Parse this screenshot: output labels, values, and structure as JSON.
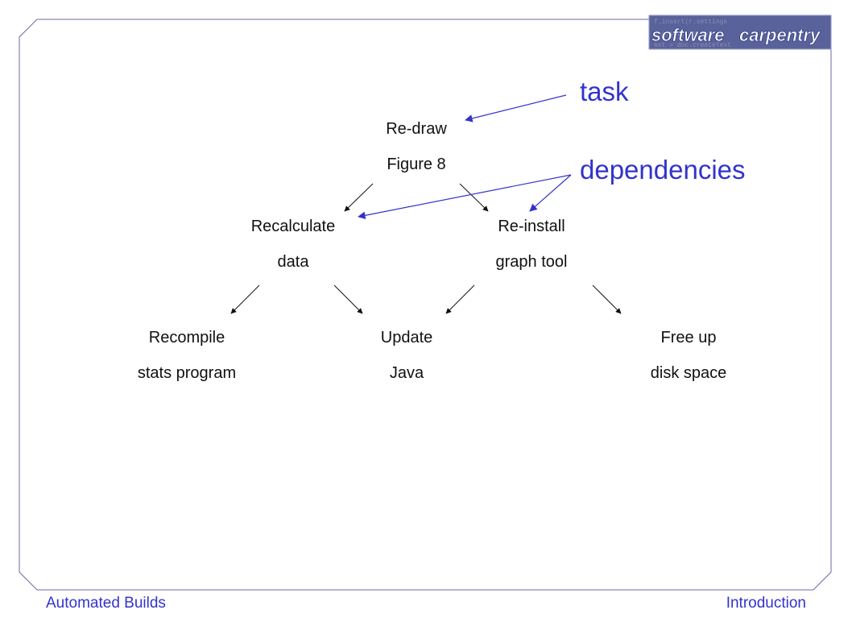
{
  "logo": {
    "word1": "software",
    "word2": "carpentry",
    "background_lines": [
      "f.insert(r.settings",
      "doc.setting.get",
      "ext = doc.createText"
    ]
  },
  "nodes": {
    "root": {
      "line1": "Re-draw",
      "line2": "Figure 8"
    },
    "recalc": {
      "line1": "Recalculate",
      "line2": "data"
    },
    "reinstall": {
      "line1": "Re-install",
      "line2": "graph tool"
    },
    "recompile": {
      "line1": "Recompile",
      "line2": "stats program"
    },
    "update": {
      "line1": "Update",
      "line2": "Java"
    },
    "freeup": {
      "line1": "Free up",
      "line2": "disk space"
    }
  },
  "annotations": {
    "task": "task",
    "dependencies": "dependencies"
  },
  "footer": {
    "left": "Automated Builds",
    "right": "Introduction"
  },
  "colors": {
    "accent": "#3333cc",
    "frame": "#6a6aa8",
    "text": "#111111",
    "logo_bg": "#1e2a7a"
  }
}
